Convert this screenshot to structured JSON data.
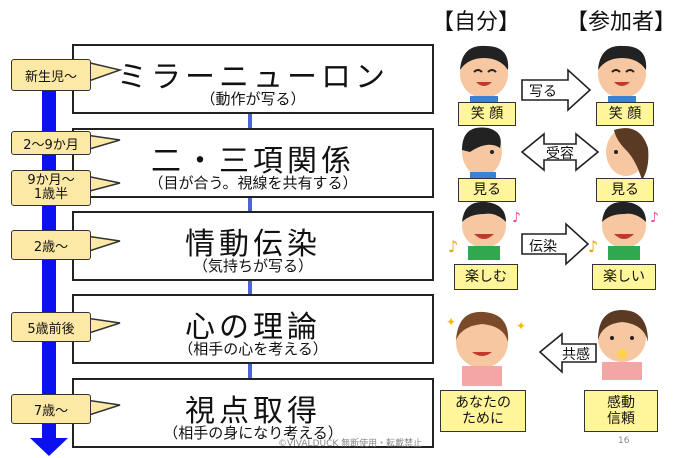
{
  "headers": {
    "self": "【自分】",
    "participant": "【参加者】"
  },
  "stages": [
    {
      "title": "ミラーニューロン",
      "subtitle": "（動作が写る）"
    },
    {
      "title": "二・三項関係",
      "subtitle": "（目が合う。視線を共有する）"
    },
    {
      "title": "情動伝染",
      "subtitle": "（気持ちが写る）"
    },
    {
      "title": "心の理論",
      "subtitle": "（相手の心を考える）"
    },
    {
      "title": "視点取得",
      "subtitle": "（相手の身になり考える）"
    }
  ],
  "ages": [
    "新生児〜",
    "2〜9か月",
    "9か月〜\n1歳半",
    "2歳〜",
    "5歳前後",
    "7歳〜"
  ],
  "rows": [
    {
      "self_label": "笑 顔",
      "arrow_label": "写る",
      "participant_label": "笑 顔"
    },
    {
      "self_label": "見る",
      "arrow_label": "受容",
      "participant_label": "見る"
    },
    {
      "self_label": "楽しむ",
      "arrow_label": "伝染",
      "participant_label": "楽しい"
    },
    {
      "self_label": "あなたの\nために",
      "arrow_label": "共感",
      "participant_label": "感動\n信頼"
    }
  ],
  "footer": {
    "copyright": "©VIVALDUCK 無断使用・転載禁止",
    "page": "16"
  },
  "colors": {
    "timeline_blue": "#0a10f0",
    "age_tag_fill": "#fde9a6",
    "label_fill": "#fff59a",
    "connector_blue": "#4c64d8"
  }
}
